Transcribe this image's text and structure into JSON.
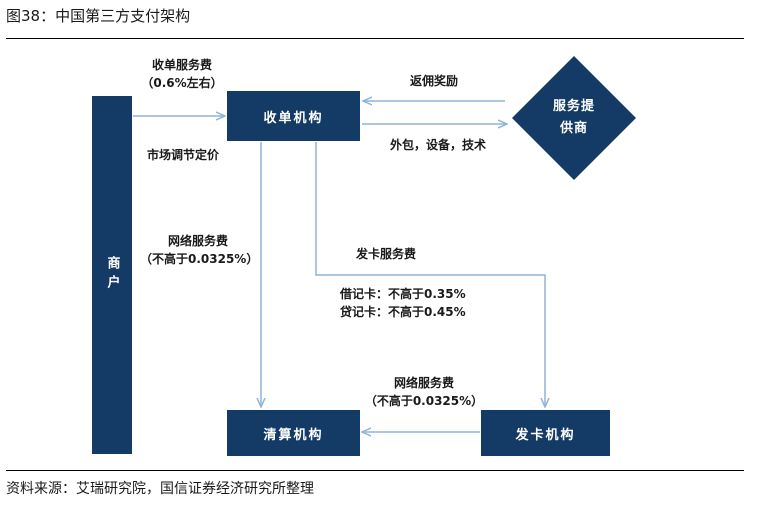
{
  "title": "图38：中国第三方支付架构",
  "source": "资料来源：艾瑞研究院，国信证券经济研究所整理",
  "nodes": {
    "merchant": "商户",
    "acquirer": "收单机构",
    "service_provider_line1": "服务提",
    "service_provider_line2": "供商",
    "clearing": "清算机构",
    "issuer": "发卡机构"
  },
  "edge_labels": {
    "acquiring_fee_line1": "收单服务费",
    "acquiring_fee_line2": "（0.6%左右）",
    "market_pricing": "市场调节定价",
    "rebate": "返佣奖励",
    "outsourcing": "外包，设备，技术",
    "network_fee_left_line1": "网络服务费",
    "network_fee_left_line2": "（不高于0.0325%）",
    "issuing_fee": "发卡服务费",
    "debit_card": "借记卡：不高于0.35%",
    "credit_card": "贷记卡：不高于0.45%",
    "network_fee_bottom_line1": "网络服务费",
    "network_fee_bottom_line2": "（不高于0.0325%）"
  },
  "colors": {
    "node_fill": "#143b66",
    "arrow": "#8fb3d9"
  }
}
